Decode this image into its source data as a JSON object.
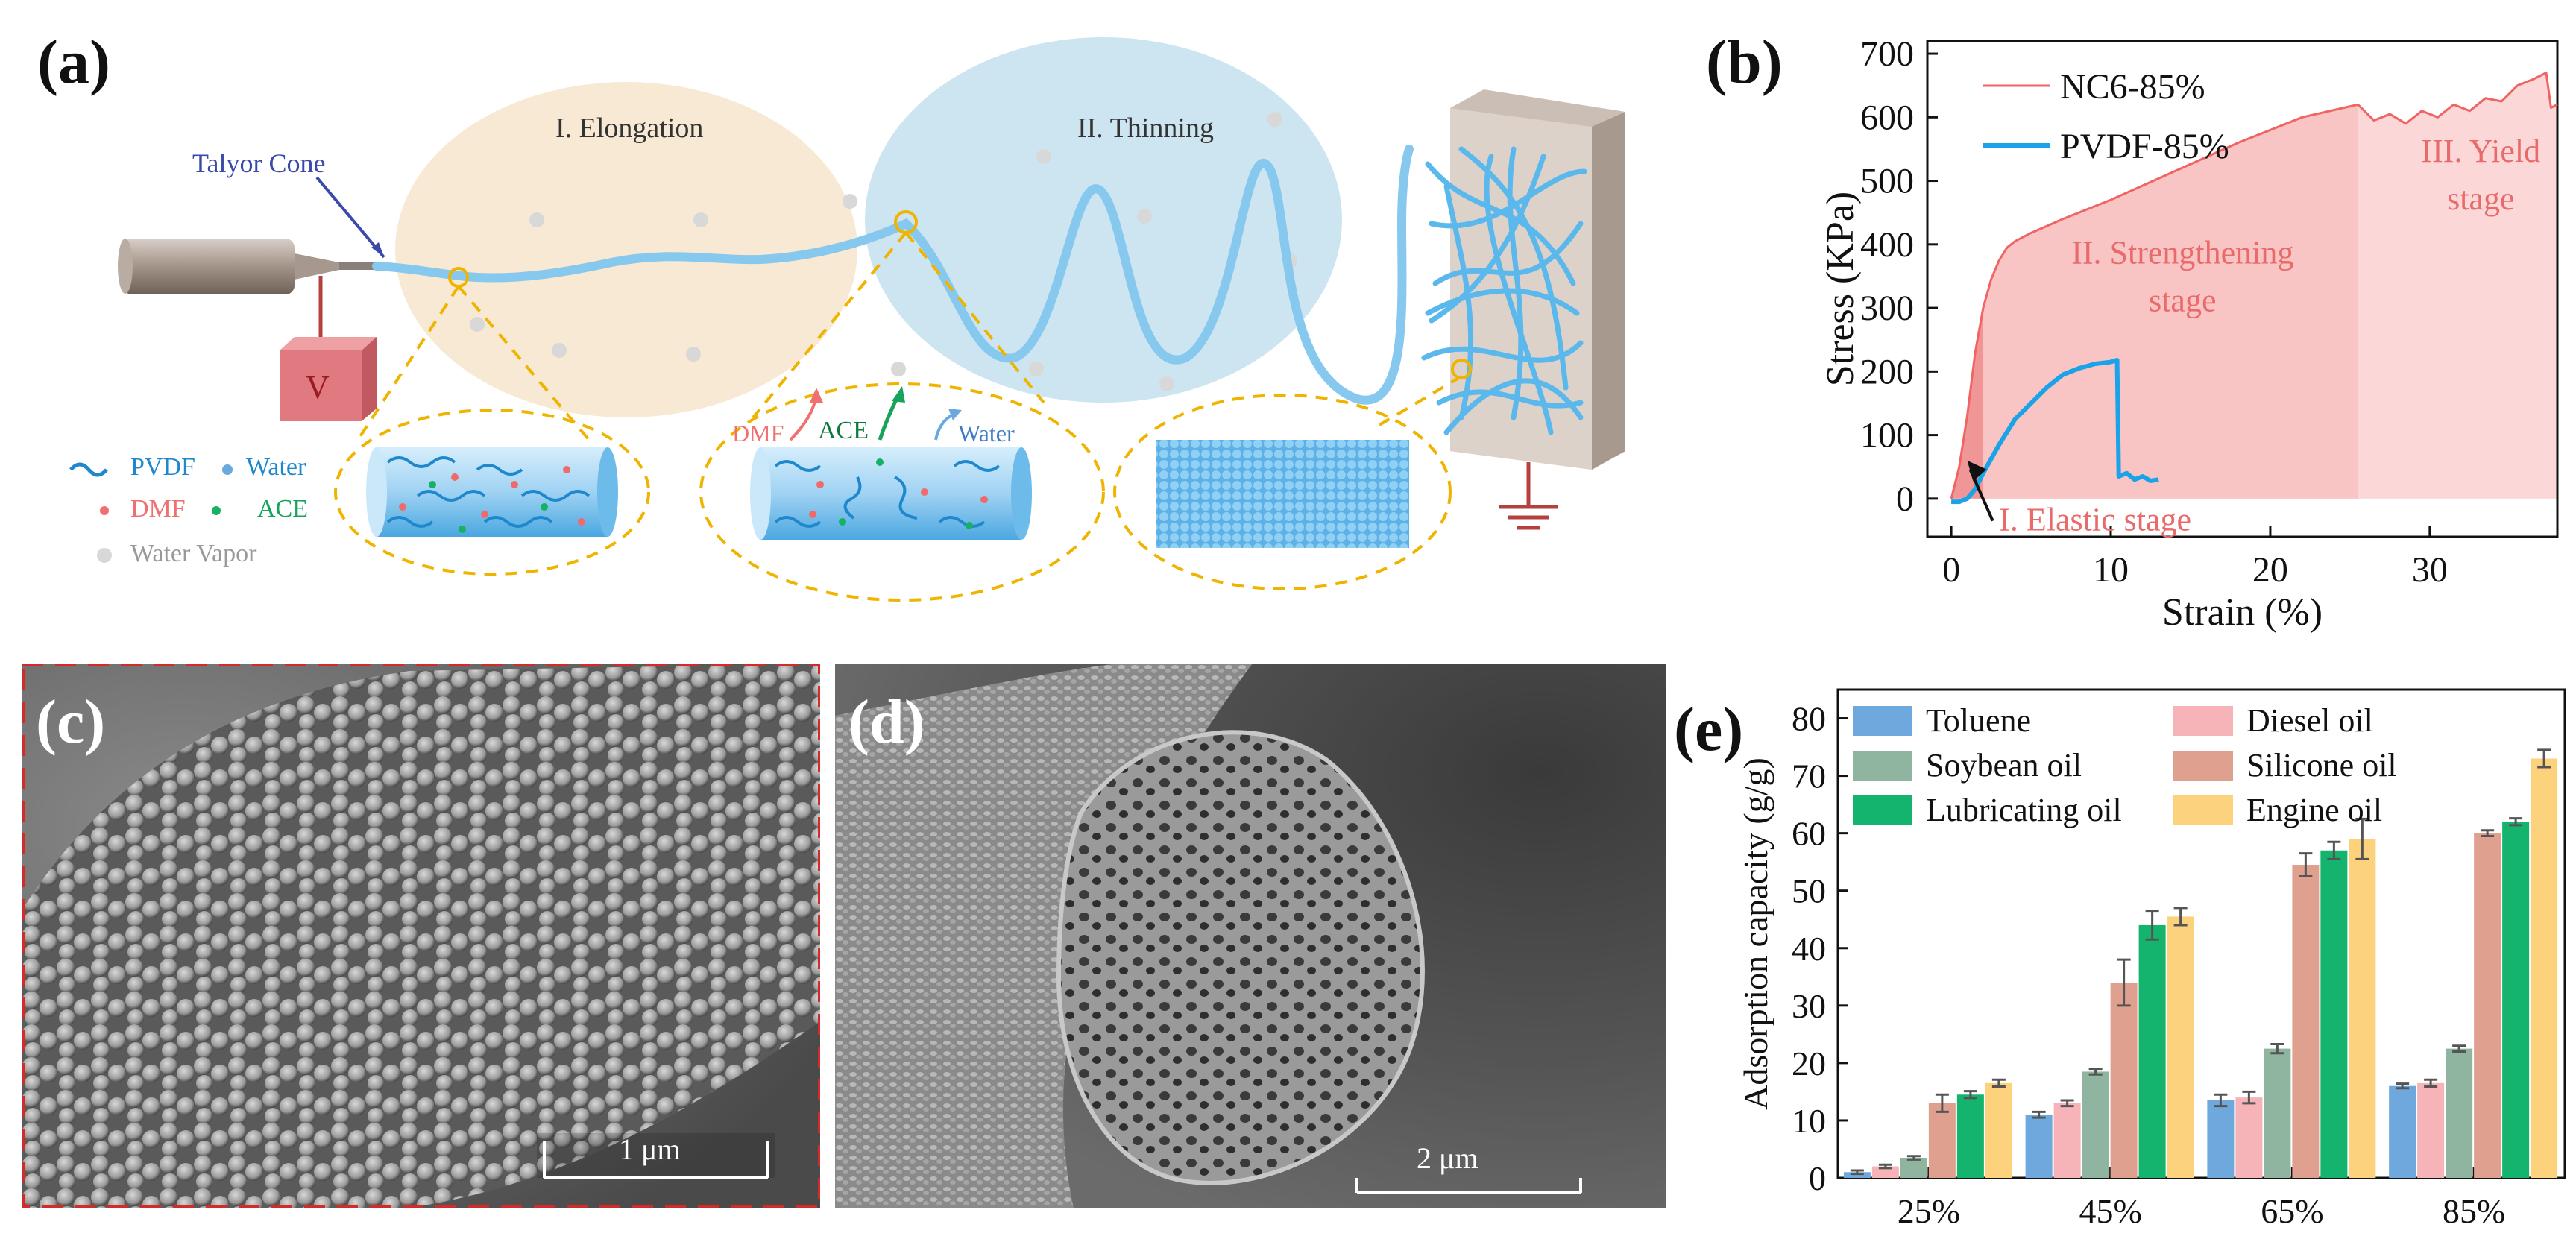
{
  "panels": {
    "a": {
      "label": "(a)",
      "taylor_cone": "Talyor Cone",
      "stage1": "I. Elongation",
      "stage2": "II. Thinning",
      "voltage": "V",
      "legend": {
        "pvdf": "PVDF",
        "water": "Water",
        "dmf": "DMF",
        "ace": "ACE",
        "vapor": "Water Vapor"
      },
      "zoom_labels": {
        "dmf": "DMF",
        "ace": "ACE",
        "water": "Water"
      }
    },
    "b": {
      "label": "(b)"
    },
    "c": {
      "label": "(c)",
      "scale_bar": "1 μm"
    },
    "d": {
      "label": "(d)",
      "scale_bar": "2 μm"
    },
    "e": {
      "label": "(e)"
    }
  },
  "colors": {
    "nc6": "#f06464",
    "pvdf": "#1aa3e8",
    "toluene": "#6fa8dc",
    "diesel": "#f6b3b8",
    "soybean": "#8fb5a0",
    "silicone": "#e0a090",
    "lubricating": "#14b36e",
    "engine": "#fcd27c"
  },
  "chart_data": [
    {
      "type": "line",
      "xlabel": "Strain (%)",
      "ylabel": "Stress (KPa)",
      "xlim": [
        -1.5,
        38
      ],
      "ylim": [
        -60,
        720
      ],
      "xticks": [
        0,
        10,
        20,
        30
      ],
      "yticks": [
        0,
        100,
        200,
        300,
        400,
        500,
        600,
        700
      ],
      "legend_placement": "top-left",
      "series": [
        {
          "name": "NC6-85%",
          "x": [
            0,
            0.5,
            1.0,
            1.5,
            2.0,
            2.5,
            3.0,
            3.5,
            4.0,
            5.0,
            7.0,
            10.0,
            14.0,
            18.0,
            22.0,
            25.5,
            26.5,
            27.5,
            28.5,
            29.5,
            30.5,
            31.5,
            32.5,
            33.5,
            34.5,
            35.5,
            36.5,
            37.3,
            37.6,
            38.0
          ],
          "y": [
            0,
            50,
            130,
            230,
            300,
            345,
            375,
            395,
            405,
            418,
            440,
            470,
            515,
            560,
            600,
            620,
            595,
            605,
            590,
            610,
            600,
            620,
            610,
            630,
            625,
            650,
            660,
            670,
            615,
            620
          ]
        },
        {
          "name": "PVDF-85%",
          "x": [
            0,
            0.5,
            1.0,
            1.5,
            2.0,
            3.0,
            4.0,
            5.0,
            6.0,
            7.0,
            8.0,
            9.0,
            10.0,
            10.4,
            10.5,
            11.0,
            11.5,
            12.0,
            12.5,
            13.0
          ],
          "y": [
            -5,
            -5,
            0,
            15,
            40,
            85,
            125,
            150,
            175,
            195,
            205,
            212,
            215,
            218,
            35,
            40,
            30,
            35,
            28,
            30
          ]
        }
      ],
      "annotations": [
        "I. Elastic stage",
        "II. Strengthening stage",
        "III. Yield stage"
      ]
    },
    {
      "type": "bar",
      "ylabel": "Adsorption capacity (g/g)",
      "ylim": [
        0,
        85
      ],
      "yticks": [
        0,
        10,
        20,
        30,
        40,
        50,
        60,
        70,
        80
      ],
      "categories": [
        "25%",
        "45%",
        "65%",
        "85%"
      ],
      "legend_placement": "top-left",
      "series": [
        {
          "name": "Toluene",
          "values": [
            1.0,
            11.0,
            13.5,
            16.0
          ],
          "errors": [
            0.3,
            0.5,
            1.0,
            0.4
          ]
        },
        {
          "name": "Diesel oil",
          "values": [
            2.0,
            13.0,
            14.0,
            16.5
          ],
          "errors": [
            0.3,
            0.5,
            1.0,
            0.6
          ]
        },
        {
          "name": "Soybean oil",
          "values": [
            3.5,
            18.5,
            22.5,
            22.5
          ],
          "errors": [
            0.3,
            0.5,
            0.8,
            0.5
          ]
        },
        {
          "name": "Silicone oil",
          "values": [
            13.0,
            34.0,
            54.5,
            60.0
          ],
          "errors": [
            1.5,
            4.0,
            2.0,
            0.5
          ]
        },
        {
          "name": "Lubricating oil",
          "values": [
            14.5,
            44.0,
            57.0,
            62.0
          ],
          "errors": [
            0.6,
            2.5,
            1.5,
            0.6
          ]
        },
        {
          "name": "Engine oil",
          "values": [
            16.5,
            45.5,
            59.0,
            73.0
          ],
          "errors": [
            0.6,
            1.5,
            3.5,
            1.5
          ]
        }
      ]
    }
  ]
}
